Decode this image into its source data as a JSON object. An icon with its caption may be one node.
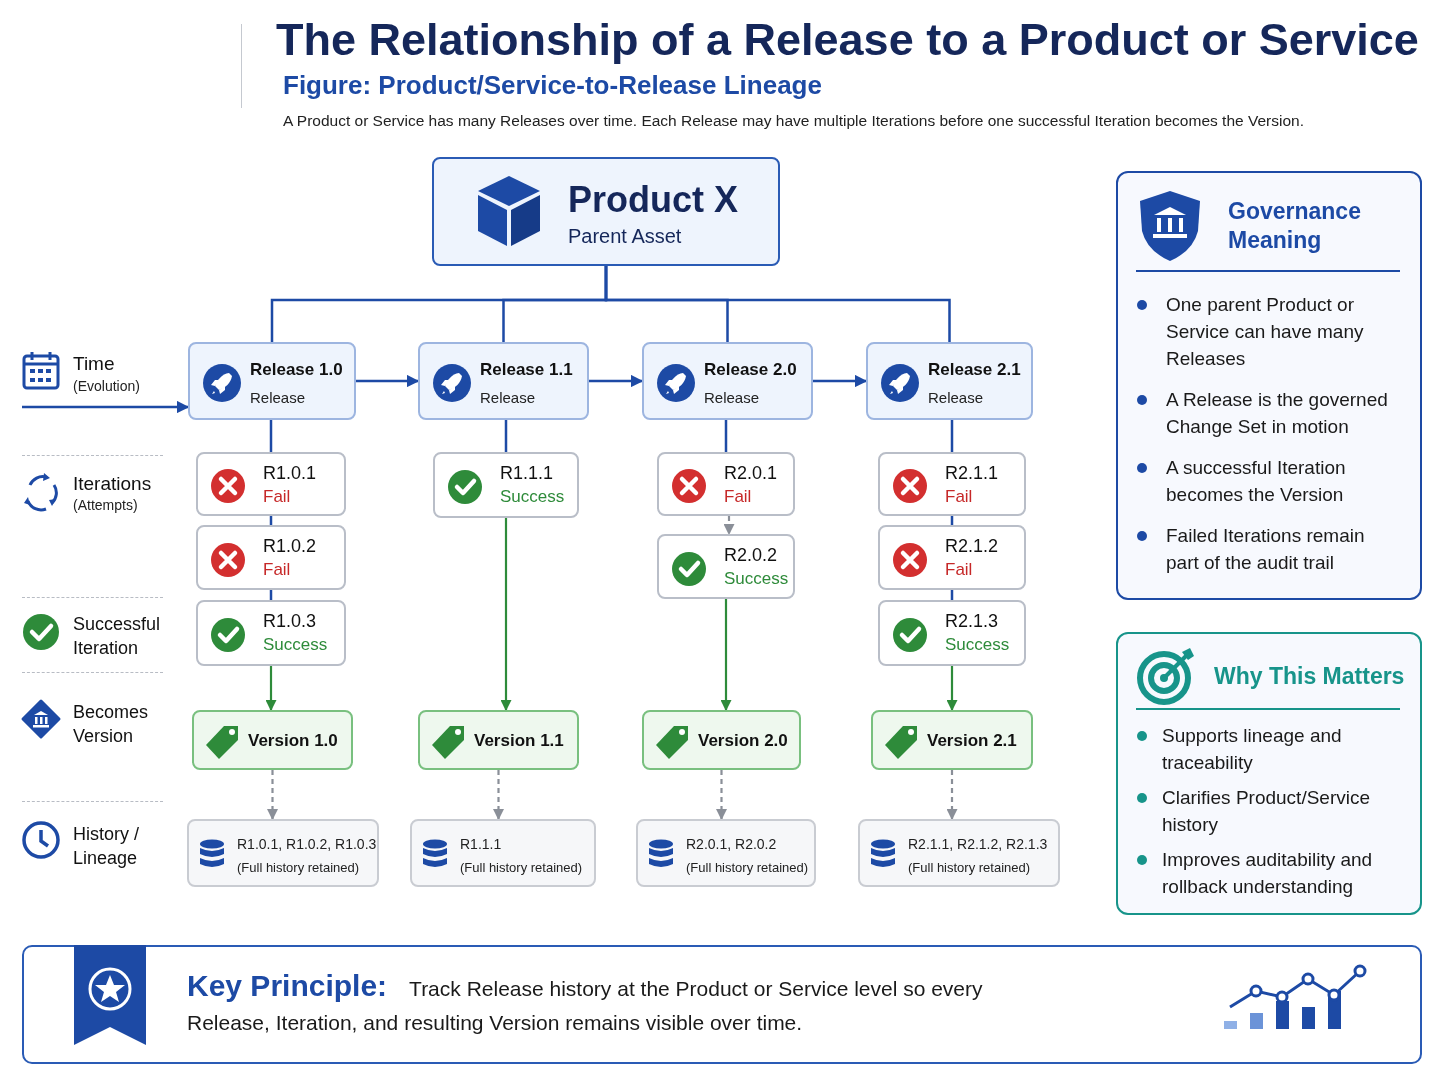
{
  "diagram": {
    "title": "The Relationship of a Release to a Product or Service",
    "nodes": [
      {
        "text": [
          "Product X",
          "Parent Asset"
        ]
      },
      {
        "text": [
          "Release 1.0",
          "Release"
        ]
      },
      {
        "text": [
          "Release 1.1",
          "Release"
        ]
      },
      {
        "text": [
          "Release 2.0",
          "Release"
        ]
      },
      {
        "text": [
          "Release 2.1",
          "Release"
        ]
      },
      {
        "text": [
          "R1.0.1",
          "Fail"
        ]
      },
      {
        "text": [
          "R1.0.2",
          "Fail"
        ]
      },
      {
        "text": [
          "R1.0.3",
          "Success"
        ]
      },
      {
        "text": [
          "R1.1.1",
          "Success"
        ]
      },
      {
        "text": [
          "R2.0.1",
          "Fail"
        ]
      },
      {
        "text": [
          "R2.0.2",
          "Success"
        ]
      },
      {
        "text": [
          "R2.1.1",
          "Fail"
        ]
      },
      {
        "text": [
          "R2.1.2",
          "Fail"
        ]
      },
      {
        "text": [
          "R2.1.3",
          "Success"
        ]
      },
      {
        "text": [
          "Version 1.0"
        ]
      },
      {
        "text": [
          "Version 1.1"
        ]
      },
      {
        "text": [
          "Version 2.0"
        ]
      },
      {
        "text": [
          "Version 2.1"
        ]
      },
      {
        "text": [
          "R1.0.1, R1.0.2, R1.0.3",
          "(Full history retained)"
        ]
      },
      {
        "text": [
          "R1.1.1",
          "(Full history retained)"
        ]
      },
      {
        "text": [
          "R2.0.1, R2.0.2",
          "(Full history retained)"
        ]
      },
      {
        "text": [
          "R2.1.1, R2.1.2, R2.1.3",
          "(Full history retained)"
        ]
      },
      {
        "text": [
          "Governance Meaning",
          "One parent Product or Service can have many Releases",
          "A Release is the governed Change Set in motion",
          "A successful Iteration becomes the Version",
          "Failed Iterations remain part of the audit trail"
        ]
      },
      {
        "text": [
          "Why This Matters",
          "Supports lineage and traceability",
          "Clarifies Product/Service history",
          "Improves auditability and rollback understanding"
        ]
      },
      {
        "text": [
          "Key Principle:",
          "Track Release history at the Product or Service level so every Release, Iteration, and resulting Version remains visible over time."
        ]
      }
    ],
    "edges": [
      {
        "from": 0,
        "to": 1,
        "arrow": "none"
      },
      {
        "from": 0,
        "to": 2,
        "arrow": "none"
      },
      {
        "from": 0,
        "to": 3,
        "arrow": "none"
      },
      {
        "from": 0,
        "to": 4,
        "arrow": "none"
      },
      {
        "from": null,
        "to": 1,
        "arrow": "to"
      },
      {
        "from": 1,
        "to": 2,
        "arrow": "to"
      },
      {
        "from": 2,
        "to": 3,
        "arrow": "to"
      },
      {
        "from": 3,
        "to": 4,
        "arrow": "to"
      },
      {
        "from": 1,
        "to": 5,
        "arrow": "none"
      },
      {
        "from": 2,
        "to": 8,
        "arrow": "none"
      },
      {
        "from": 3,
        "to": 9,
        "arrow": "none"
      },
      {
        "from": 4,
        "to": 11,
        "arrow": "none"
      },
      {
        "from": 5,
        "to": 6,
        "arrow": "none"
      },
      {
        "from": 6,
        "to": 7,
        "arrow": "none"
      },
      {
        "from": 9,
        "to": 10,
        "arrow": "to",
        "style": "dashed",
        "color": "#8a8f98"
      },
      {
        "from": 11,
        "to": 12,
        "arrow": "none"
      },
      {
        "from": 12,
        "to": 13,
        "arrow": "none"
      },
      {
        "from": 7,
        "to": 14,
        "arrow": "to",
        "color": "#2e8b3a"
      },
      {
        "from": 8,
        "to": 15,
        "arrow": "to",
        "color": "#2e8b3a"
      },
      {
        "from": 10,
        "to": 16,
        "arrow": "to",
        "color": "#2e8b3a"
      },
      {
        "from": 13,
        "to": 17,
        "arrow": "to",
        "color": "#2e8b3a"
      },
      {
        "from": 14,
        "to": 18,
        "arrow": "to",
        "style": "dashed",
        "color": "#8a8f98"
      },
      {
        "from": 15,
        "to": 19,
        "arrow": "to",
        "style": "dashed",
        "color": "#8a8f98"
      },
      {
        "from": 16,
        "to": 20,
        "arrow": "to",
        "style": "dashed",
        "color": "#8a8f98"
      },
      {
        "from": 17,
        "to": 21,
        "arrow": "to",
        "style": "dashed",
        "color": "#8a8f98"
      }
    ],
    "labels": [
      "Figure: Product/Service-to-Release Lineage",
      "A Product or Service has many Releases over time. Each Release may have multiple Iterations before one successful Iteration becomes the Version.",
      "Time",
      "(Evolution)",
      "Iterations",
      "(Attempts)",
      "Successful Iteration",
      "Becomes Version",
      "History / Lineage"
    ]
  }
}
